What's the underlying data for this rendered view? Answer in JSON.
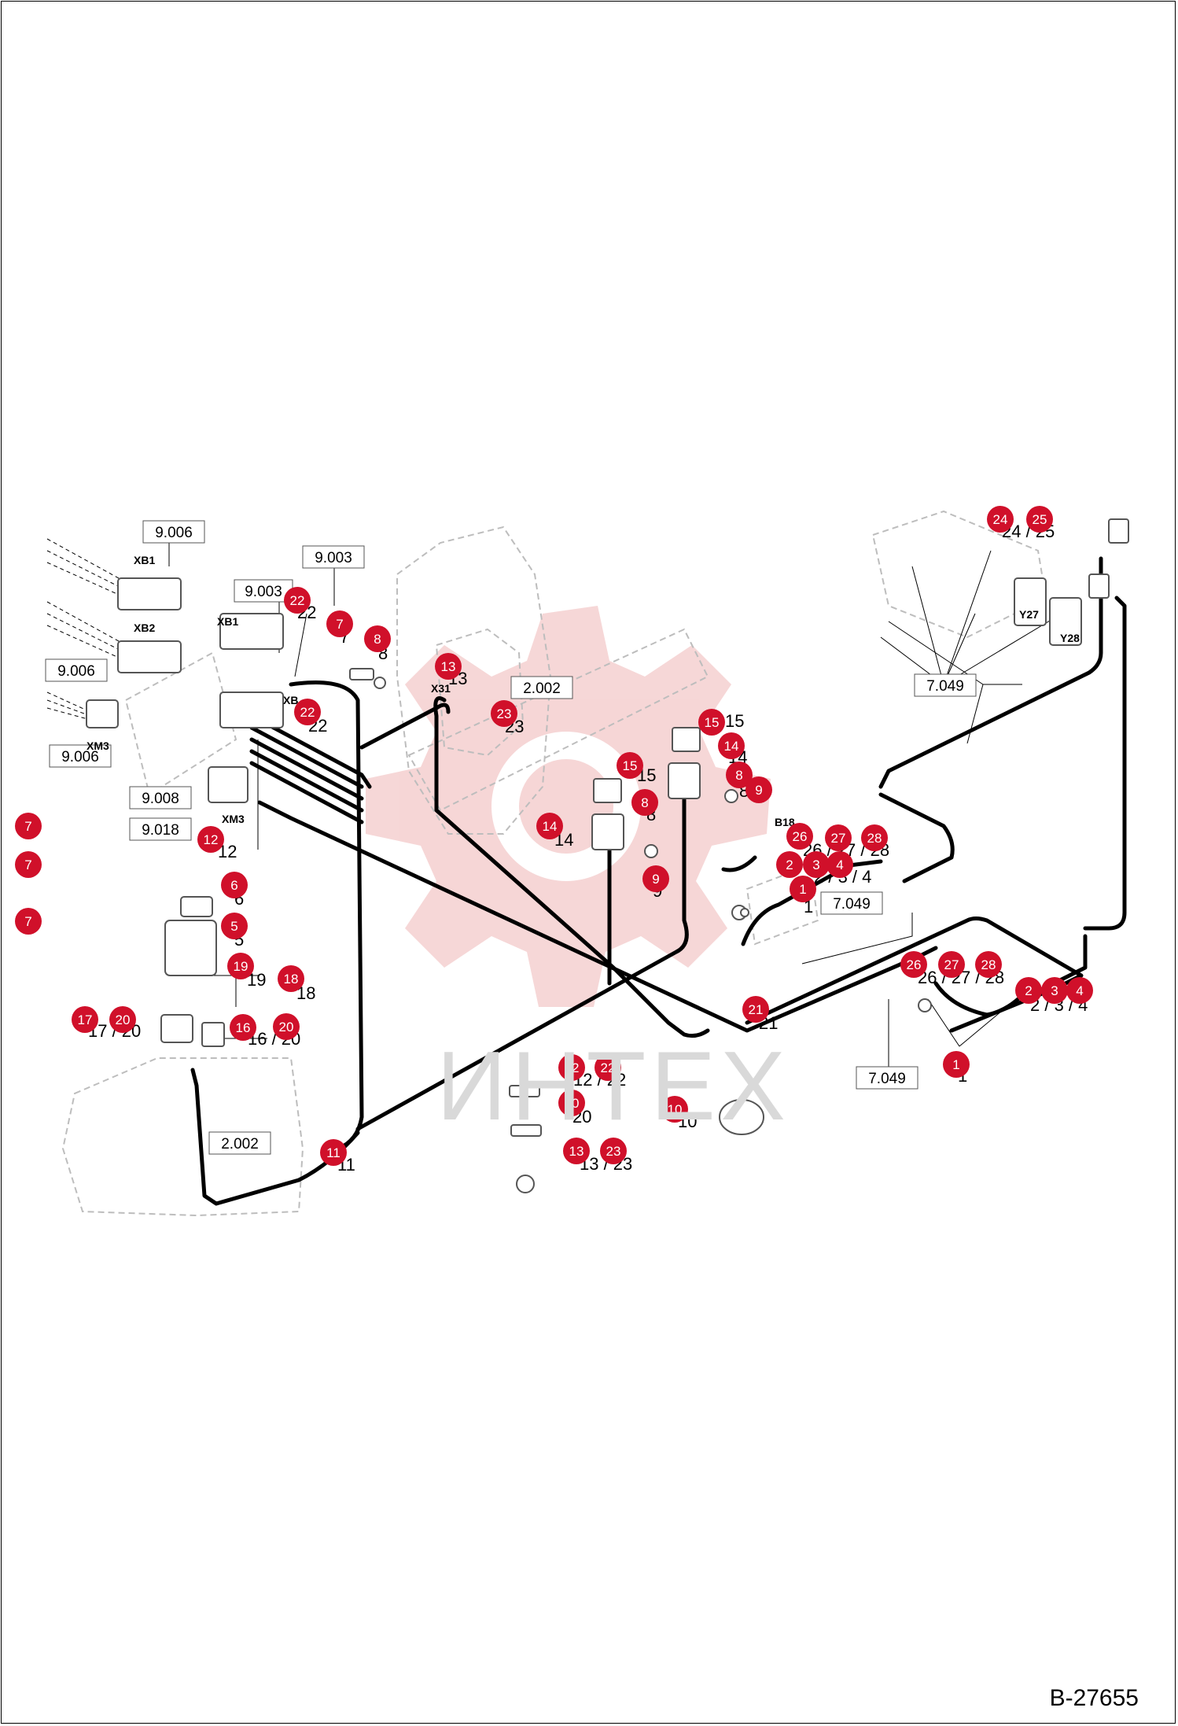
{
  "drawing_code": "B-27655",
  "watermark": "ИНТЕХ",
  "colors": {
    "callout": "#d0102a",
    "harness": "#000000",
    "ghost": "#bdbdbd",
    "watermark_logo": "#f3c9c9"
  },
  "icons": [
    "logo-gear-icon"
  ],
  "references": [
    {
      "id": "ref-9006-a",
      "text": "9.006"
    },
    {
      "id": "ref-9003-a",
      "text": "9.003"
    },
    {
      "id": "ref-9003-b",
      "text": "9.003"
    },
    {
      "id": "ref-9006-b",
      "text": "9.006"
    },
    {
      "id": "ref-9006-c",
      "text": "9.006"
    },
    {
      "id": "ref-9008",
      "text": "9.008"
    },
    {
      "id": "ref-9018",
      "text": "9.018"
    },
    {
      "id": "ref-2002-a",
      "text": "2.002"
    },
    {
      "id": "ref-2002-b",
      "text": "2.002"
    },
    {
      "id": "ref-7049-a",
      "text": "7.049"
    },
    {
      "id": "ref-7049-b",
      "text": "7.049"
    },
    {
      "id": "ref-7049-c",
      "text": "7.049"
    }
  ],
  "connectors": [
    "XB1",
    "XB2",
    "XM3",
    "XB1",
    "XB",
    "XM3",
    "X31",
    "B18",
    "Y27",
    "Y28"
  ],
  "callouts": [
    "1",
    "2",
    "3",
    "4",
    "5",
    "6",
    "7",
    "8",
    "9",
    "10",
    "11",
    "12",
    "13",
    "14",
    "15",
    "16",
    "17",
    "18",
    "19",
    "20",
    "21",
    "22",
    "23",
    "24",
    "25",
    "26",
    "27",
    "28"
  ],
  "position_labels": [
    "22",
    "7",
    "8",
    "13",
    "23",
    "22",
    "12",
    "6",
    "5",
    "19",
    "18",
    "16 / 20",
    "17 / 20",
    "15",
    "14",
    "8",
    "9",
    "15",
    "14",
    "8",
    "9",
    "26 / 27 / 28",
    "2 / 3 / 4",
    "1",
    "21",
    "11",
    "12 / 22",
    "20",
    "13 / 23",
    "10",
    "24 / 25",
    "26 / 27 / 28",
    "2 / 3 / 4",
    "1"
  ]
}
